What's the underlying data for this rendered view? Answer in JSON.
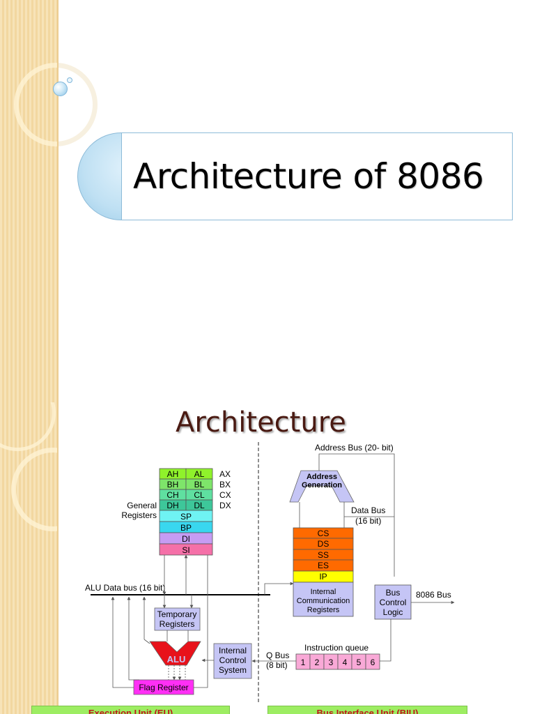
{
  "slide1": {
    "title": "Architecture of  8086"
  },
  "slide2": {
    "title": "Architecture",
    "general_registers_label": "General\nRegisters",
    "general_registers_line1": "General",
    "general_registers_line2": "Registers",
    "registers": [
      {
        "high": "AH",
        "low": "AL",
        "pair": "AX",
        "color": "#8ff22b"
      },
      {
        "high": "BH",
        "low": "BL",
        "pair": "BX",
        "color": "#7ee56a"
      },
      {
        "high": "CH",
        "low": "CL",
        "pair": "CX",
        "color": "#5fe0a0"
      },
      {
        "high": "DH",
        "low": "DL",
        "pair": "DX",
        "color": "#3dc79a"
      }
    ],
    "pointer_registers": [
      {
        "label": "SP",
        "color": "#6ff3f3"
      },
      {
        "label": "BP",
        "color": "#39d7ef"
      },
      {
        "label": "DI",
        "color": "#c69cf3"
      },
      {
        "label": "SI",
        "color": "#f570a8"
      }
    ],
    "alu_data_bus": "ALU Data bus (16 bit)",
    "temporary_registers_line1": "Temporary",
    "temporary_registers_line2": "Registers",
    "alu_label": "ALU",
    "flag_register": "Flag Register",
    "internal_control_line1": "Internal",
    "internal_control_line2": "Control",
    "internal_control_line3": "System",
    "address_bus": "Address Bus (20- bit)",
    "address_generation_line1": "Address",
    "address_generation_line2": "Generation",
    "data_bus_line1": "Data Bus",
    "data_bus_line2": "(16 bit)",
    "segment_registers": [
      {
        "label": "CS",
        "color": "#ff6a00"
      },
      {
        "label": "DS",
        "color": "#ff6a00"
      },
      {
        "label": "SS",
        "color": "#ff6a00"
      },
      {
        "label": "ES",
        "color": "#ff6a00"
      },
      {
        "label": "IP",
        "color": "#ffff00"
      }
    ],
    "internal_comm_line1": "Internal",
    "internal_comm_line2": "Communication",
    "internal_comm_line3": "Registers",
    "bus_control_line1": "Bus",
    "bus_control_line2": "Control",
    "bus_control_line3": "Logic",
    "bus_8086": "8086 Bus",
    "instruction_queue": "Instruction queue",
    "queue_cells": [
      "1",
      "2",
      "3",
      "4",
      "5",
      "6"
    ],
    "q_bus_line1": "Q Bus",
    "q_bus_line2": "(8 bit)",
    "execution_unit": "Execution Unit (EU)",
    "bus_interface_unit": "Bus Interface Unit (BIU)"
  },
  "colors": {
    "accent_blue_box": "#c5c5f5",
    "alu_red": "#e8121b",
    "flag_magenta": "#ff2ff5",
    "queue_pink": "#f9a9d7",
    "unit_label_green": "#9ded62"
  }
}
